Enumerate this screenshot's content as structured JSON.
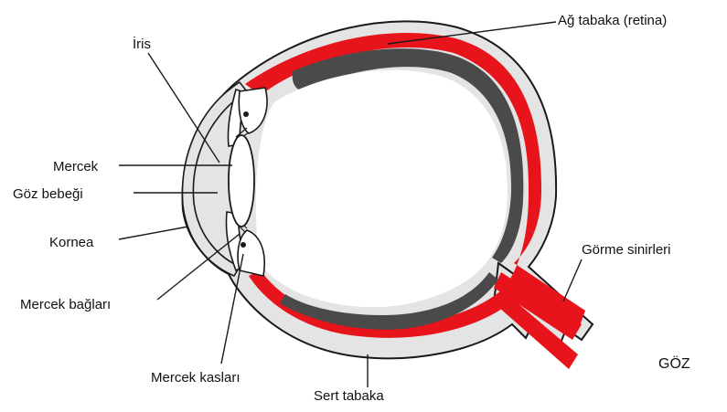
{
  "labels": {
    "iris": "İris",
    "lens": "Mercek",
    "pupil": "Göz bebeği",
    "cornea": "Kornea",
    "suspensory_ligaments": "Mercek bağları",
    "ciliary_muscles": "Mercek kasları",
    "sclera": "Sert tabaka",
    "retina": "Ağ tabaka (retina)",
    "optic_nerves": "Görme sinirleri"
  },
  "title": "GÖZ",
  "colors": {
    "sclera_fill": "#e4e4e4",
    "outline": "#1a1a1a",
    "choroid_red": "#e8141b",
    "retina_dark": "#4a4a4a",
    "background": "#ffffff"
  }
}
